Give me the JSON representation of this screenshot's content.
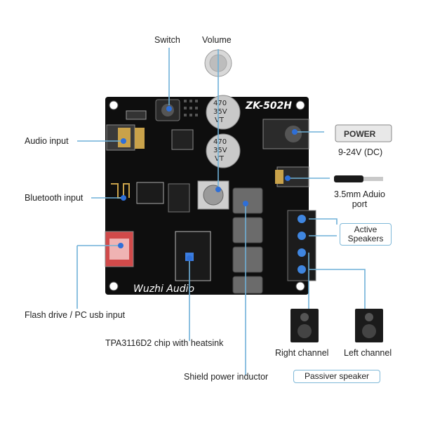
{
  "board": {
    "model": "ZK-502H",
    "brand": "Wuzhi Audio",
    "capacitor_value": "470",
    "capacitor_voltage": "35V",
    "capacitor_type": "VT",
    "power_label": "POWER"
  },
  "labels": {
    "switch": "Switch",
    "volume": "Volume",
    "audio_input": "Audio input",
    "bluetooth_input": "Bluetooth input",
    "flash_drive": "Flash drive / PC usb input",
    "chip": "TPA3116D2 chip with heatsink",
    "inductor": "Shield power inductor",
    "voltage": "9-24V (DC)",
    "aux_port_line1": "3.5mm Aduio",
    "aux_port_line2": "port",
    "active_line1": "Active",
    "active_line2": "Speakers",
    "right_channel": "Right channel",
    "left_channel": "Left channel",
    "passive_speaker": "Passiver speaker"
  },
  "colors": {
    "pcb": "#0e0e0e",
    "callout_line": "#6fb1d8",
    "callout_dot": "#2e6fd8",
    "terminal": "#1c1c1c",
    "inductor": "#6b6b6b"
  }
}
